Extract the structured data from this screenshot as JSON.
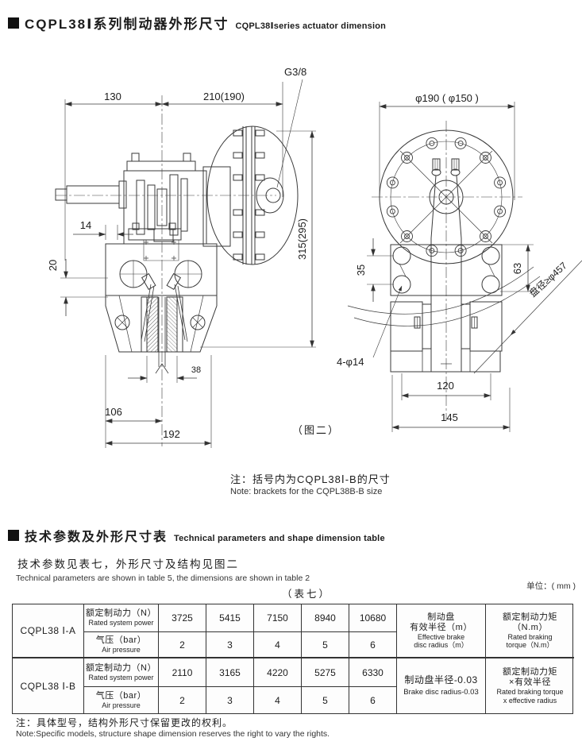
{
  "header": {
    "title_zh": "CQPL38Ⅰ系列制动器外形尺寸",
    "title_en": "CQPL38Ⅰseries actuator dimension"
  },
  "drawing": {
    "left": {
      "d130": "130",
      "d210": "210(190)",
      "thread": "G3/8",
      "d315": "315(295)",
      "d14": "14",
      "d20": "20",
      "d38": "38",
      "d106": "106",
      "d192": "192"
    },
    "right": {
      "dphi": "φ190 ( φ150 )",
      "d35": "35",
      "d63": "63",
      "disc": "盘径≥φ457",
      "d4x14": "4-φ14",
      "d120": "120",
      "d145": "145"
    },
    "figure_label": "（图二）",
    "note_zh": "注：括号内为CQPL38Ⅰ-B的尺寸",
    "note_en": "Note: brackets for the CQPL38B-B size"
  },
  "section2": {
    "heading_zh": "技术参数及外形尺寸表",
    "heading_en": "Technical parameters and shape dimension table",
    "subtitle_zh": "技术参数见表七，外形尺寸及结构见图二",
    "subtitle_en": "Technical parameters are shown in table 5, the dimensions are shown in table 2",
    "unit_label": "单位：( mm )",
    "table_label": "（表七）"
  },
  "table": {
    "rows": [
      {
        "model": "CQPL38 Ⅰ-A",
        "power_label_zh": "额定制动力（N）",
        "power_label_en": "Rated system power",
        "power_values": [
          "3725",
          "5415",
          "7150",
          "8940",
          "10680"
        ],
        "pressure_label_zh": "气压（bar）",
        "pressure_label_en": "Air pressure",
        "pressure_values": [
          "2",
          "3",
          "4",
          "5",
          "6"
        ],
        "radius_lines": [
          "制动盘",
          "有效半径（m）",
          "Effective brake",
          "disc radius（m）"
        ],
        "torque_lines": [
          "额定制动力矩",
          "（N.m）",
          "Rated braking",
          "torque（N.m）"
        ]
      },
      {
        "model": "CQPL38 Ⅰ-B",
        "power_label_zh": "额定制动力（N）",
        "power_label_en": "Rated system power",
        "power_values": [
          "2110",
          "3165",
          "4220",
          "5275",
          "6330"
        ],
        "pressure_label_zh": "气压（bar）",
        "pressure_label_en": "Air pressure",
        "pressure_values": [
          "2",
          "3",
          "4",
          "5",
          "6"
        ],
        "radius_lines": [
          "制动盘半径-0.03",
          "Brake disc radius-0.03"
        ],
        "torque_lines": [
          "额定制动力矩",
          "×有效半径",
          "Rated braking torque",
          "x effective radius"
        ]
      }
    ]
  },
  "footer": {
    "note_zh": "注：具体型号，结构外形尺寸保留更改的权利。",
    "note_en": "Note:Specific models, structure shape dimension reserves the right to vary the rights."
  }
}
